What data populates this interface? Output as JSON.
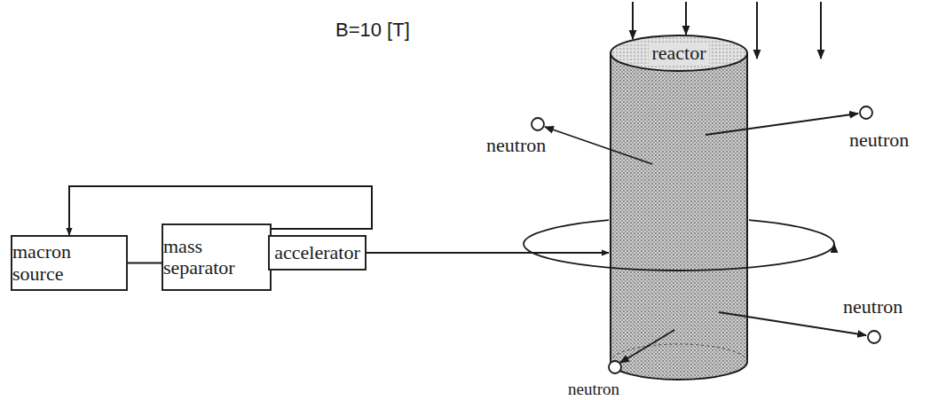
{
  "diagram": {
    "nodes": [
      {
        "text": [
          "macron source"
        ]
      },
      {
        "text": [
          "mass separator"
        ]
      },
      {
        "text": [
          "accelerator"
        ]
      },
      {
        "text": [
          "reactor"
        ]
      }
    ],
    "edges": [
      {
        "from": 0,
        "to": 1,
        "arrow": "none"
      },
      {
        "from": 1,
        "to": 0,
        "arrow": "to"
      },
      {
        "from": 1,
        "to": 2,
        "arrow": "none"
      },
      {
        "from": 2,
        "to": 3,
        "arrow": "to"
      }
    ],
    "labels": [
      "B=10 [T]",
      "neutron",
      "neutron",
      "neutron",
      "neutron"
    ]
  }
}
